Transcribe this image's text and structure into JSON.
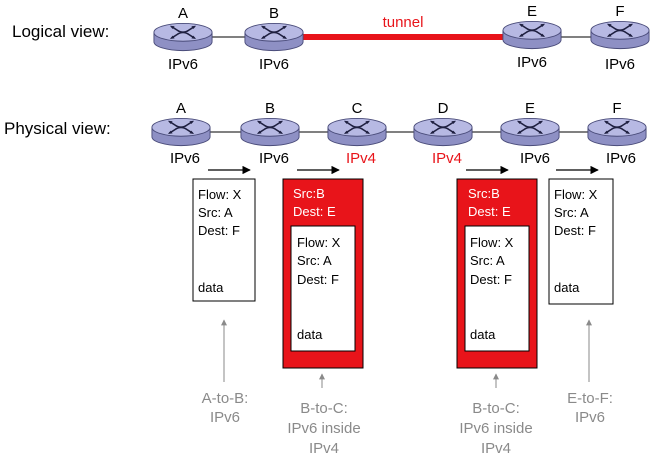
{
  "colors": {
    "router_fill": "#b7b9e3",
    "router_rim": "#8e90c4",
    "router_outline": "#4a4c7a",
    "tunnel": "#e8141a",
    "ipv4_text": "#e8141a",
    "packet_red": "#e8141a",
    "caption_gray": "#8a8a8a",
    "text": "#000000"
  },
  "logical": {
    "title": "Logical view:",
    "tunnel_label": "tunnel",
    "nodes": [
      {
        "name": "A",
        "proto": "IPv6"
      },
      {
        "name": "B",
        "proto": "IPv6"
      },
      {
        "name": "E",
        "proto": "IPv6"
      },
      {
        "name": "F",
        "proto": "IPv6"
      }
    ]
  },
  "physical": {
    "title": "Physical view:",
    "nodes": [
      {
        "name": "A",
        "proto": "IPv6",
        "ipv4": false
      },
      {
        "name": "B",
        "proto": "IPv6",
        "ipv4": false
      },
      {
        "name": "C",
        "proto": "IPv4",
        "ipv4": true
      },
      {
        "name": "D",
        "proto": "IPv4",
        "ipv4": true
      },
      {
        "name": "E",
        "proto": "IPv6",
        "ipv4": false
      },
      {
        "name": "F",
        "proto": "IPv6",
        "ipv4": false
      }
    ]
  },
  "packets": [
    {
      "id": "a-to-b",
      "outer": null,
      "inner": [
        "Flow: X",
        "Src: A",
        "Dest: F"
      ],
      "data": "data",
      "caption": [
        "A-to-B:",
        "IPv6"
      ]
    },
    {
      "id": "b-to-c",
      "outer": [
        "Src:B",
        "Dest: E"
      ],
      "inner": [
        "Flow: X",
        "Src: A",
        "Dest: F"
      ],
      "data": "data",
      "caption": [
        "B-to-C:",
        "IPv6 inside",
        "IPv4"
      ]
    },
    {
      "id": "d-to-e",
      "outer": [
        "Src:B",
        "Dest: E"
      ],
      "inner": [
        "Flow: X",
        "Src: A",
        "Dest: F"
      ],
      "data": "data",
      "caption": [
        "B-to-C:",
        "IPv6 inside",
        "IPv4"
      ]
    },
    {
      "id": "e-to-f",
      "outer": null,
      "inner": [
        "Flow: X",
        "Src: A",
        "Dest: F"
      ],
      "data": "data",
      "caption": [
        "E-to-F:",
        "IPv6"
      ]
    }
  ]
}
